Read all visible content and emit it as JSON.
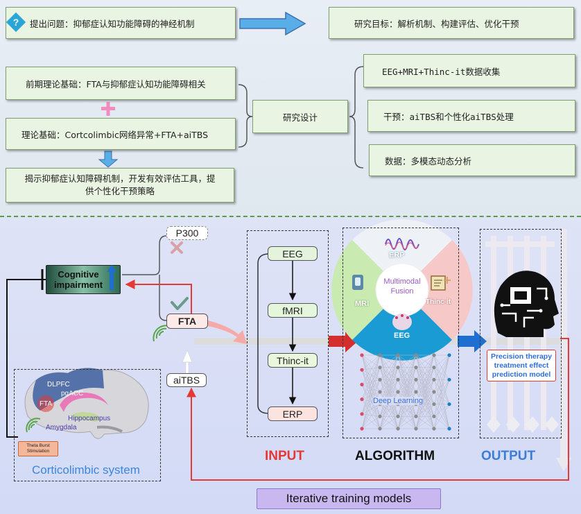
{
  "top": {
    "question": "提出问题：抑郁症认知功能障碍的神经机制",
    "goal": "研究目标：解析机制、构建评估、优化干预",
    "prior_basis": "前期理论基础：FTA与抑郁症认知功能障碍相关",
    "basis": "理论基础：Cortcolimbic网络异常+FTA+aiTBS",
    "design": "研究设计",
    "branch1": "EEG+MRI+Thinc-it数据收集",
    "branch2": "干预：aiTBS和个性化aiTBS处理",
    "branch3": "数据：多模态动态分析",
    "outcome": "揭示抑郁症认知障碍机制，开发有效评估工具，提供个性化干预策略"
  },
  "bottom": {
    "p300": "P300",
    "cognitive": "Cognitive impairment",
    "fta": "FTA",
    "aitbs": "aiTBS",
    "brain": {
      "dlpfc": "DLPFC",
      "pgacc": "pgACC",
      "fta": "FTA",
      "hippocampus": "Hippocampus",
      "amygdala": "Amygdala",
      "tbs": "Theta Burst Stimulation",
      "system": "Corticolimbic system"
    },
    "input": {
      "title": "INPUT",
      "items": [
        "EEG",
        "fMRI",
        "Thinc-it",
        "ERP"
      ]
    },
    "algorithm": {
      "title": "ALGORITHM",
      "erp": "ERP",
      "mri": "MRI",
      "thinc": "Thinc-it",
      "eeg": "EEG",
      "fusion": "Multimodal Fusion",
      "dl": "Deep Learning"
    },
    "output": {
      "title": "OUTPUT",
      "model": "Precision therapy treatment effect prediction model"
    },
    "iterative": "Iterative training models"
  },
  "colors": {
    "green_box": "#eaf4e2",
    "red": "#e53935",
    "blue": "#1e88e5",
    "purple_banner": "#c5b3f0"
  }
}
